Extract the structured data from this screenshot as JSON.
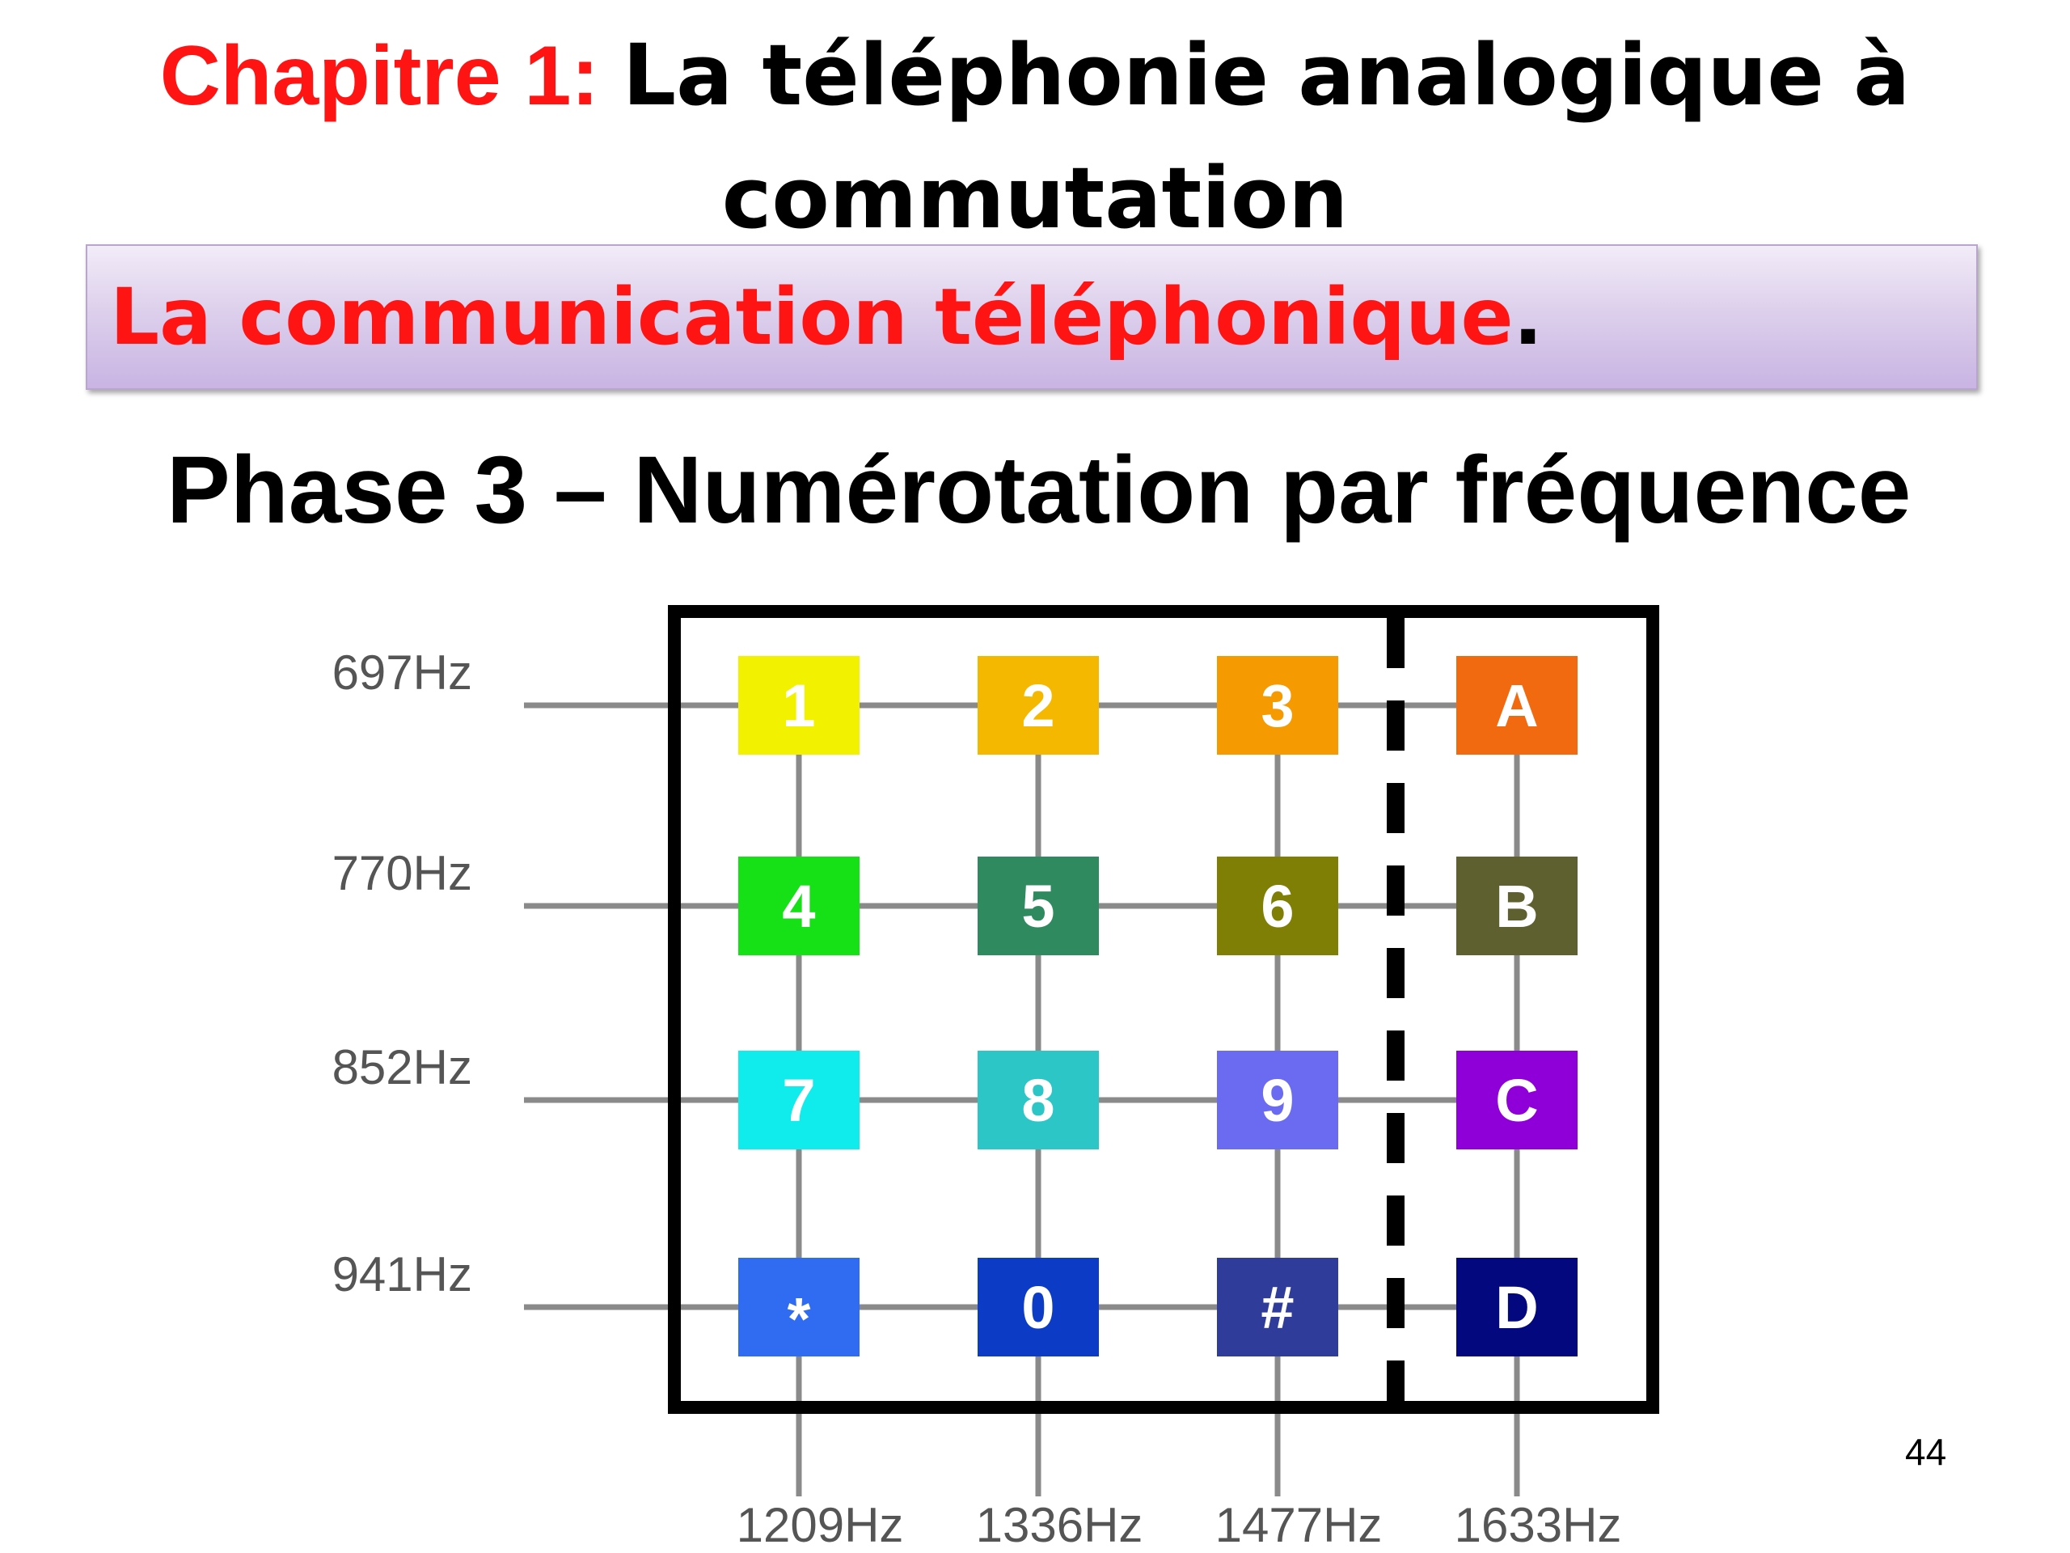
{
  "header": {
    "chapter_label": "Chapitre 1:",
    "chapter_title": "La téléphonie analogique à commutation"
  },
  "section": {
    "title": "La communication téléphonique",
    "title_suffix": "."
  },
  "phase": {
    "title": "Phase 3 – Numérotation par fréquence"
  },
  "keypad": {
    "row_frequencies": [
      "697Hz",
      "770Hz",
      "852Hz",
      "941Hz"
    ],
    "column_frequencies": [
      "1209Hz",
      "1336Hz",
      "1477Hz",
      "1633Hz"
    ],
    "keys": [
      [
        {
          "label": "1",
          "color": "#f2f200"
        },
        {
          "label": "2",
          "color": "#f5b800"
        },
        {
          "label": "3",
          "color": "#f59a00"
        },
        {
          "label": "A",
          "color": "#f26a10"
        }
      ],
      [
        {
          "label": "4",
          "color": "#16e016"
        },
        {
          "label": "5",
          "color": "#2f8a60"
        },
        {
          "label": "6",
          "color": "#7f7f06"
        },
        {
          "label": "B",
          "color": "#5f6030"
        }
      ],
      [
        {
          "label": "7",
          "color": "#10ecec"
        },
        {
          "label": "8",
          "color": "#2cc6c6"
        },
        {
          "label": "9",
          "color": "#6b6bf2"
        },
        {
          "label": "C",
          "color": "#8f00d8"
        }
      ],
      [
        {
          "label": "*",
          "color": "#2f6cf2"
        },
        {
          "label": "0",
          "color": "#0c3cc6"
        },
        {
          "label": "#",
          "color": "#303c9a"
        },
        {
          "label": "D",
          "color": "#04087e"
        }
      ]
    ]
  },
  "footer": {
    "page_number": "44"
  }
}
